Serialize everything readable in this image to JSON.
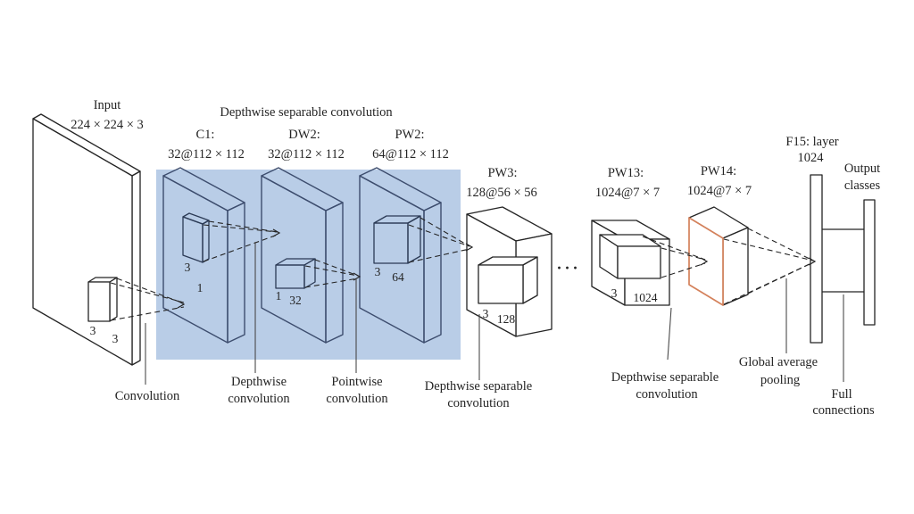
{
  "figure": {
    "header": "Depthwise separable convolution",
    "ellipsis": "···",
    "input": {
      "label": "Input",
      "dims": "224 × 224 × 3",
      "k1": "3",
      "k2": "3"
    },
    "layers": {
      "c1": {
        "name": "C1:",
        "dims": "32@112 × 112",
        "k1": "3",
        "k2": "1"
      },
      "dw2": {
        "name": "DW2:",
        "dims": "32@112 × 112",
        "k1": "1",
        "k2": "32"
      },
      "pw2": {
        "name": "PW2:",
        "dims": "64@112 × 112",
        "k1": "3",
        "k2": "64"
      },
      "pw3": {
        "name": "PW3:",
        "dims": "128@56 × 56",
        "k1": "3",
        "k2": "128"
      },
      "pw13": {
        "name": "PW13:",
        "dims": "1024@7 × 7",
        "k1": "3",
        "k2": "1024"
      },
      "pw14": {
        "name": "PW14:",
        "dims": "1024@7 × 7"
      },
      "f15": {
        "name": "F15: layer",
        "dims": "1024"
      },
      "output": {
        "line1": "Output",
        "line2": "classes"
      }
    },
    "annotations": {
      "convolution": "Convolution",
      "depthwise": {
        "l1": "Depthwise",
        "l2": "convolution"
      },
      "pointwise": {
        "l1": "Pointwise",
        "l2": "convolution"
      },
      "dsc_mid": {
        "l1": "Depthwise separable",
        "l2": "convolution"
      },
      "dsc_right": {
        "l1": "Depthwise separable",
        "l2": "convolution"
      },
      "gap": {
        "l1": "Global average",
        "l2": "pooling"
      },
      "fc": {
        "l1": "Full",
        "l2": "connections"
      }
    },
    "colors": {
      "highlight": "#b9cde7",
      "slab": "#3d4d6e",
      "accent": "#d4815b",
      "ink": "#242424"
    }
  }
}
